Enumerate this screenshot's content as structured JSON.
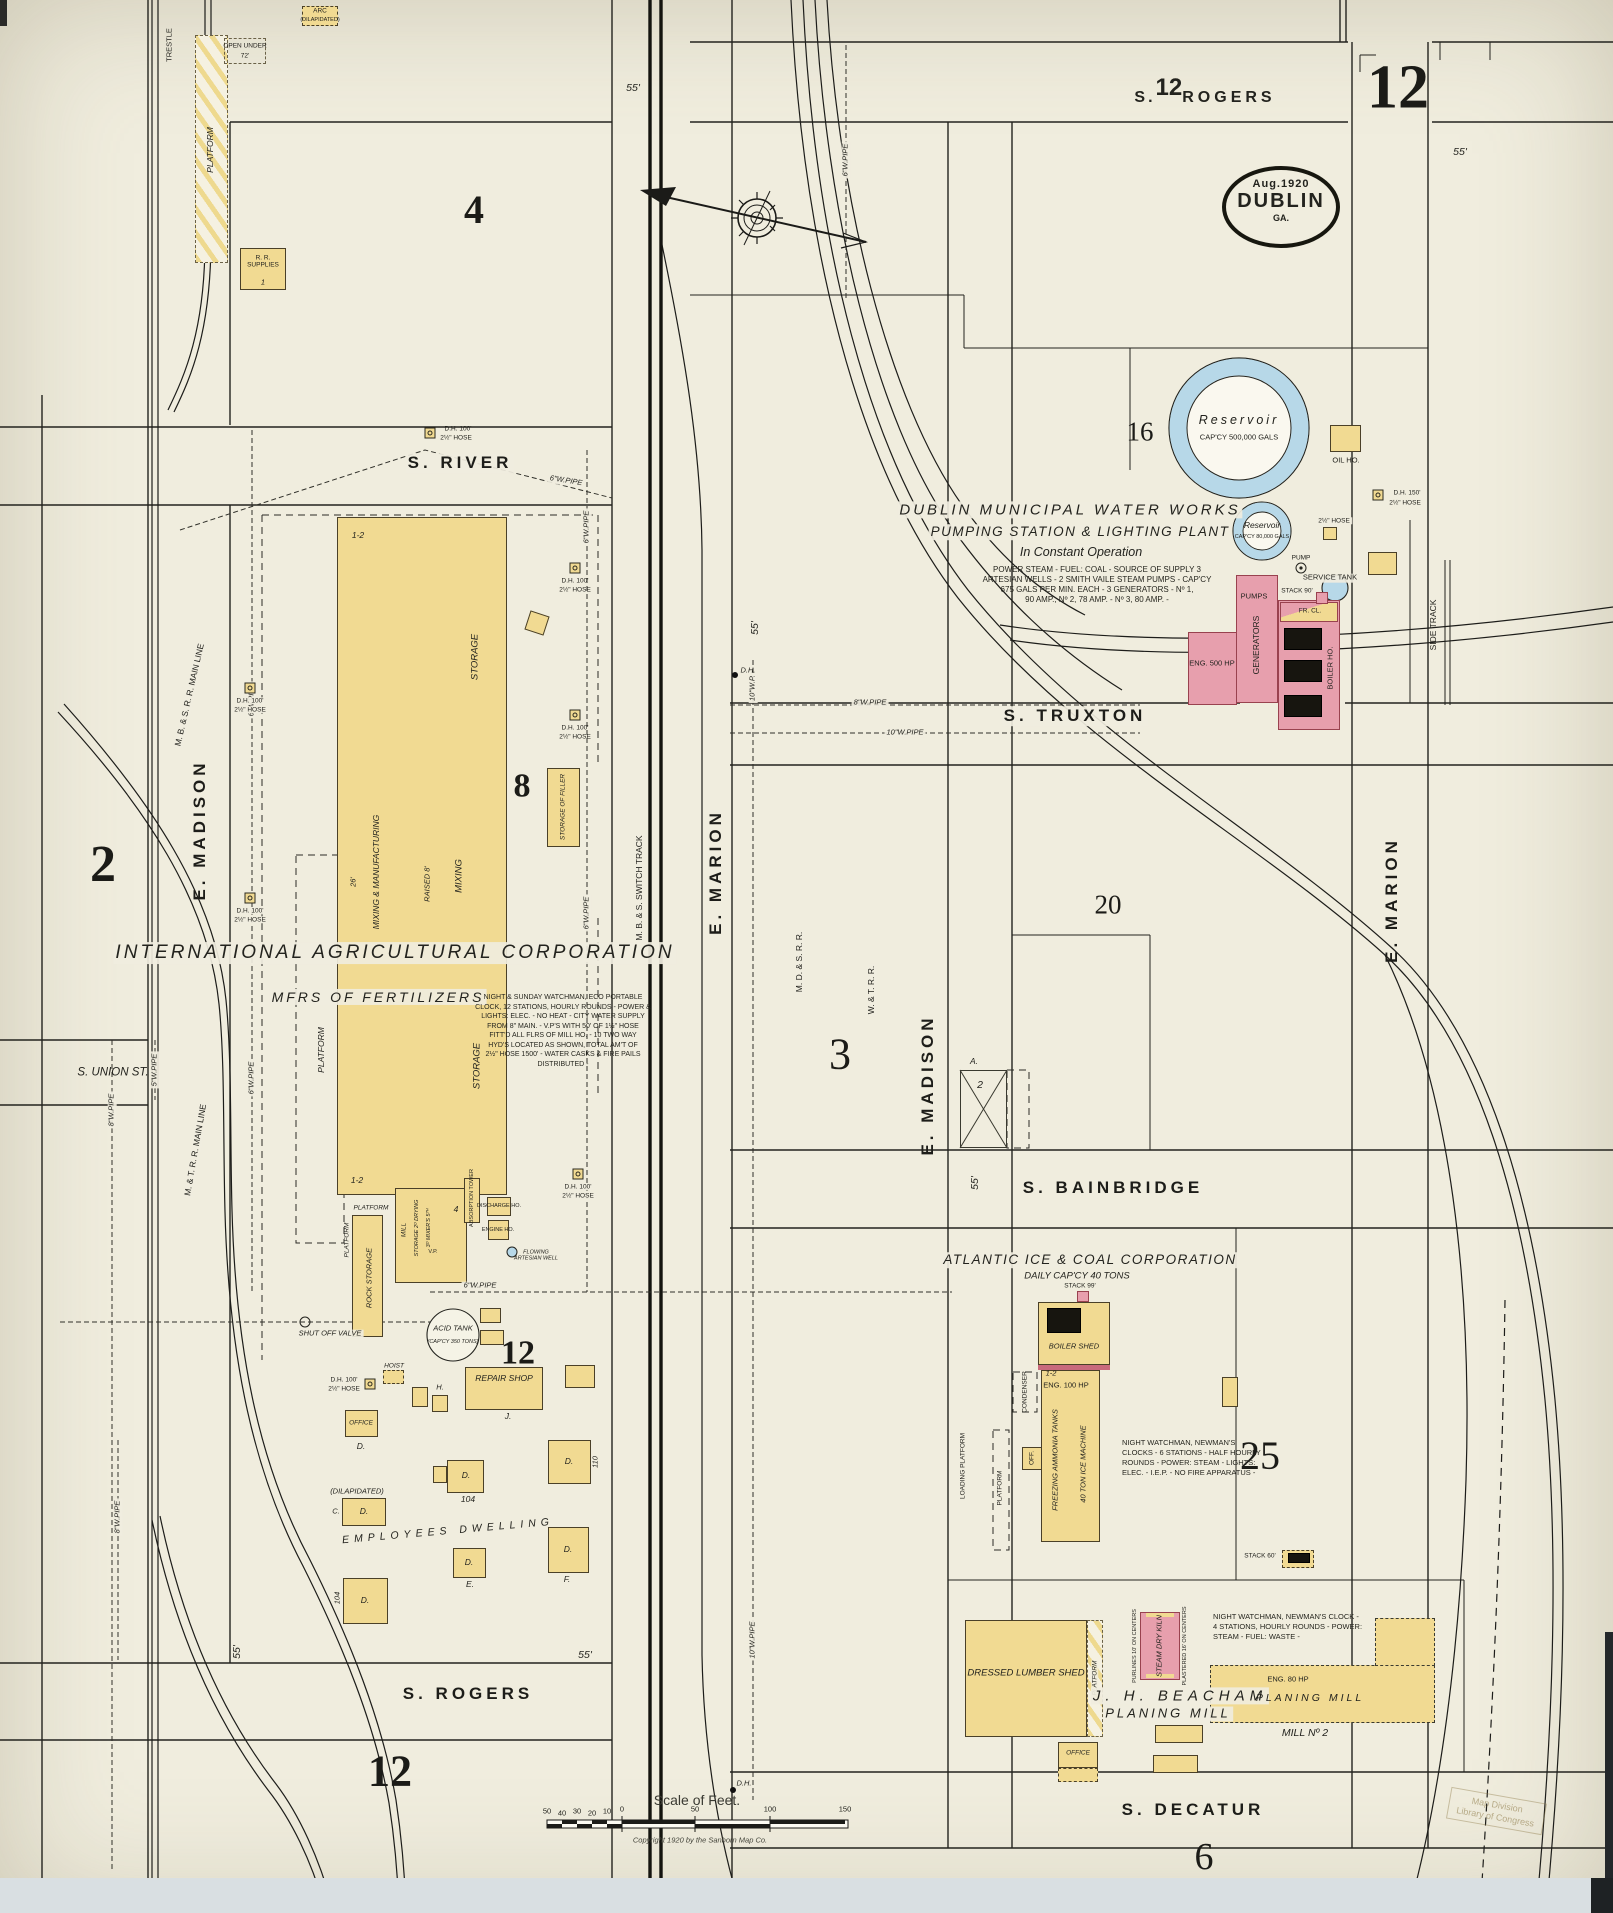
{
  "sheet": {
    "number_top": "12",
    "number_bottom": "12",
    "oval_date": "Aug.1920",
    "oval_city": "DUBLIN",
    "oval_state": "GA.",
    "measure_55": "55'"
  },
  "streets": {
    "s_rogers_prefix": "S.",
    "s_rogers_top": "ROGERS",
    "s_river": "S. RIVER",
    "s_truxton": "S. TRUXTON",
    "s_bainbridge": "S. BAINBRIDGE",
    "s_rogers_bottom": "S. ROGERS",
    "s_decatur": "S. DECATUR",
    "s_union": "S. UNION ST.",
    "e_madison": "E. MADISON",
    "e_marion": "E. MARION"
  },
  "blocks": {
    "b2": "2",
    "b3": "3",
    "b4": "4",
    "b6": "6",
    "b8": "8",
    "b12": "12",
    "b16": "16",
    "b20": "20",
    "b25": "25"
  },
  "railroads": {
    "mbs_main": "M. B. & S. R. R.  MAIN LINE",
    "mt_main": "M. & T. R. R.  MAIN LINE",
    "mbs_switch": "M. B. & S.  SWITCH TRACK",
    "mds": "M. D. & S. R. R.",
    "wt": "W. & T. R. R.",
    "side_track": "SIDE TRACK"
  },
  "water_works": {
    "title": "DUBLIN  MUNICIPAL  WATER  WORKS",
    "subtitle": "PUMPING STATION & LIGHTING PLANT",
    "subtitle2": "In Constant Operation",
    "note": [
      "POWER STEAM - FUEL: COAL - SOURCE OF SUPPLY 3",
      "ARTESIAN WELLS - 2 SMITH VAILE STEAM PUMPS - CAP'CY",
      "675 GALS PER MIN. EACH - 3 GENERATORS - Nº 1,",
      "90 AMP., Nº 2, 78 AMP. - Nº 3, 80 AMP. -"
    ],
    "reservoir": "Reservoir",
    "reservoir_cap": "CAP'CY 500,000 GALS",
    "reservoir2_cap": "CAP'CY 80,000 GALS",
    "pump": "PUMP",
    "service_tank": "SERVICE TANK",
    "stack_90": "STACK 90'",
    "hose_25": "2½\" HOSE",
    "eng": "ENG. 500 HP",
    "pumps": "PUMPS",
    "generators": "GENERATORS",
    "boiler_ho": "BOILER HO.",
    "fr_cl": "FR. CL.",
    "oil_ho": "OIL HO.",
    "dh_150": "D.H. 150'"
  },
  "iac": {
    "title": "INTERNATIONAL AGRICULTURAL CORPORATION",
    "subtitle": "MFRS OF FERTILIZERS",
    "note": [
      "NIGHT & SUNDAY WATCHMAN, ECO PORTABLE",
      "CLOCK, 12 STATIONS, HOURLY ROUNDS - POWER &",
      "LIGHTS: ELEC. - NO HEAT - CITY WATER SUPPLY",
      "FROM 8\" MAIN. - V.P'S WITH 50' OF 1½\" HOSE",
      "FITT'D ALL FLRS OF MILL HO. - 10 TWO WAY",
      "HYD'S LOCATED AS SHOWN, TOTAL AM'T OF",
      "2½\" HOSE 1500' - WATER CASKS & FIRE PAILS",
      "DISTRIBUTED -"
    ],
    "storage": "STORAGE",
    "mixing_mfg": "MIXING & MANUFACTURING",
    "mixing": "MIXING",
    "raised": "RAISED 8'",
    "dim_26": "26'",
    "floors": "1-2",
    "storage_filler": "STORAGE OF FILLER",
    "rock_storage": "ROCK STORAGE",
    "mill": "MILL",
    "storage_drying": "STORAGE 2ᴰ DRYING",
    "mixers": "3ᴰ MIXER'S 5ᵀᴴ",
    "num4": "4",
    "n1": "1",
    "absorption": "ABSORPTION TOWER",
    "discharge": "DISCHARGE HO.",
    "engine": "ENGINE HO.",
    "flowing_well": "FLOWING ARTESIAN WELL",
    "vp": "V.P.",
    "acid_tank": "ACID TANK",
    "acid_cap": "(CAP'CY 350 TONS)",
    "shut_off": "SHUT OFF VALVE",
    "repair_shop": "REPAIR SHOP",
    "hoist": "HOIST",
    "office": "OFFICE",
    "rr_supplies": "R. R. SUPPLIES",
    "arc": "ARC",
    "open_under": "OPEN UNDER",
    "open_under2": "72'",
    "trestle": "TRESTLE",
    "platform": "PLATFORM"
  },
  "dwellings": {
    "heading": "EMPLOYEES  DWELLING",
    "d": "D.",
    "c": "C.",
    "e": "E.",
    "f": "F.",
    "h": "H.",
    "j": "J.",
    "n104": "104",
    "n110": "110",
    "dilapidated": "(DILAPIDATED)"
  },
  "ice_plant": {
    "title": "ATLANTIC ICE & COAL CORPORATION",
    "capacity": "DAILY CAP'CY 40 TONS",
    "stack": "STACK 99'",
    "boiler_shed": "BOILER SHED",
    "eng": "ENG. 100 HP",
    "floors": "1-2",
    "condenser": "CONDENSER",
    "freezing": "FREEZING AMMONIA TANKS",
    "ice_machine": "40 TON ICE MACHINE",
    "off": "OFF.",
    "loading_platform": "LOADING PLATFORM",
    "platform": "PLATFORM",
    "barn_a": "A.",
    "barn_2": "2",
    "note": [
      "NIGHT WATCHMAN, NEWMAN'S",
      "CLOCKS - 6 STATIONS - HALF HOURLY",
      "ROUNDS - POWER: STEAM - LIGHTS:",
      "ELEC. - I.E.P. - NO FIRE APPARATUS -"
    ]
  },
  "planing_mill": {
    "owner": "J.  H.  BEACHAM",
    "title": "PLANING MILL",
    "mill_label": "PLANING  MILL",
    "eng": "ENG. 80 HP",
    "mill_no": "MILL Nº 2",
    "dressed_shed": "DRESSED LUMBER SHED",
    "dry_kiln": "STEAM DRY KILN",
    "purlines": "PURLINES 10' ON CENTERS",
    "plastered": "PLASTERED 16' ON CENTERS",
    "office": "OFFICE",
    "stack": "STACK 60'",
    "platform": "PLATFORM",
    "note": [
      "NIGHT WATCHMAN, NEWMAN'S CLOCK -",
      "4 STATIONS, HOURLY ROUNDS - POWER:",
      "STEAM - FUEL: WASTE -"
    ]
  },
  "pipes": {
    "p6": "6\"W.PIPE",
    "p8": "8\"W.PIPE",
    "p10": "10\"W.PIPE",
    "p10s": "10\"W.P.",
    "p5": "5\"W.PIPE"
  },
  "hydrants": {
    "dh100": "D.H. 100'",
    "hose": "2½\" HOSE",
    "dh": "D.H."
  },
  "scale_bar": {
    "title": "Scale  of  Feet.",
    "ticks": [
      "50",
      "40",
      "30",
      "20",
      "10",
      "0",
      "50",
      "100",
      "150"
    ],
    "copyright": "Copyright 1920 by the Sanborn Map Co."
  },
  "stamp": {
    "line1": "Map Division",
    "line2": "Library of Congress"
  },
  "colors": {
    "paper": "#f0edde",
    "building_yellow": "#f1da92",
    "building_pink": "#e79fad",
    "water_blue": "#b7d8e8",
    "ink": "#23231e"
  }
}
